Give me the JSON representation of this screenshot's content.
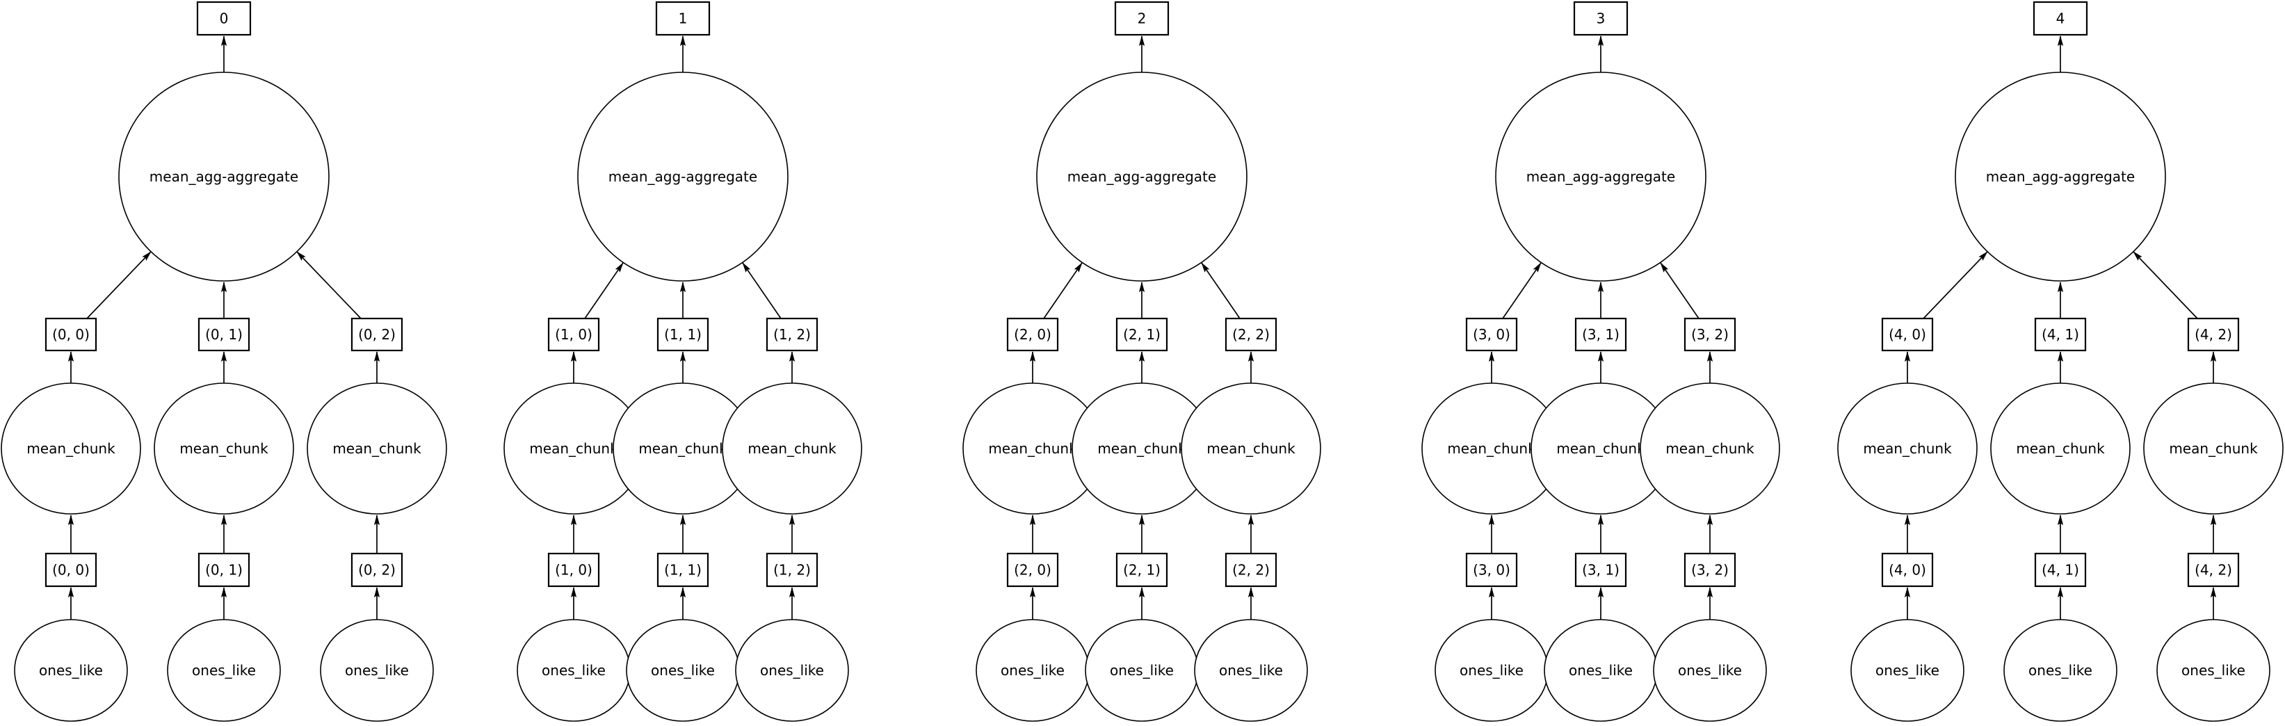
{
  "diagram": {
    "kind": "dask-task-graph",
    "colors": {
      "background": "#ffffff",
      "node_stroke": "#000000",
      "text": "#000000"
    },
    "groups": [
      {
        "output_label": "0",
        "aggregate_label": "mean_agg-aggregate",
        "columns": [
          {
            "upper_key": "(0, 0)",
            "chunk_label": "mean_chunk",
            "lower_key": "(0, 0)",
            "leaf_label": "ones_like"
          },
          {
            "upper_key": "(0, 1)",
            "chunk_label": "mean_chunk",
            "lower_key": "(0, 1)",
            "leaf_label": "ones_like"
          },
          {
            "upper_key": "(0, 2)",
            "chunk_label": "mean_chunk",
            "lower_key": "(0, 2)",
            "leaf_label": "ones_like"
          }
        ]
      },
      {
        "output_label": "1",
        "aggregate_label": "mean_agg-aggregate",
        "columns": [
          {
            "upper_key": "(1, 0)",
            "chunk_label": "mean_chunk",
            "lower_key": "(1, 0)",
            "leaf_label": "ones_like"
          },
          {
            "upper_key": "(1, 1)",
            "chunk_label": "mean_chunk",
            "lower_key": "(1, 1)",
            "leaf_label": "ones_like"
          },
          {
            "upper_key": "(1, 2)",
            "chunk_label": "mean_chunk",
            "lower_key": "(1, 2)",
            "leaf_label": "ones_like"
          }
        ]
      },
      {
        "output_label": "2",
        "aggregate_label": "mean_agg-aggregate",
        "columns": [
          {
            "upper_key": "(2, 0)",
            "chunk_label": "mean_chunk",
            "lower_key": "(2, 0)",
            "leaf_label": "ones_like"
          },
          {
            "upper_key": "(2, 1)",
            "chunk_label": "mean_chunk",
            "lower_key": "(2, 1)",
            "leaf_label": "ones_like"
          },
          {
            "upper_key": "(2, 2)",
            "chunk_label": "mean_chunk",
            "lower_key": "(2, 2)",
            "leaf_label": "ones_like"
          }
        ]
      },
      {
        "output_label": "3",
        "aggregate_label": "mean_agg-aggregate",
        "columns": [
          {
            "upper_key": "(3, 0)",
            "chunk_label": "mean_chunk",
            "lower_key": "(3, 0)",
            "leaf_label": "ones_like"
          },
          {
            "upper_key": "(3, 1)",
            "chunk_label": "mean_chunk",
            "lower_key": "(3, 1)",
            "leaf_label": "ones_like"
          },
          {
            "upper_key": "(3, 2)",
            "chunk_label": "mean_chunk",
            "lower_key": "(3, 2)",
            "leaf_label": "ones_like"
          }
        ]
      },
      {
        "output_label": "4",
        "aggregate_label": "mean_agg-aggregate",
        "columns": [
          {
            "upper_key": "(4, 0)",
            "chunk_label": "mean_chunk",
            "lower_key": "(4, 0)",
            "leaf_label": "ones_like"
          },
          {
            "upper_key": "(4, 1)",
            "chunk_label": "mean_chunk",
            "lower_key": "(4, 1)",
            "leaf_label": "ones_like"
          },
          {
            "upper_key": "(4, 2)",
            "chunk_label": "mean_chunk",
            "lower_key": "(4, 2)",
            "leaf_label": "ones_like"
          }
        ]
      }
    ]
  }
}
